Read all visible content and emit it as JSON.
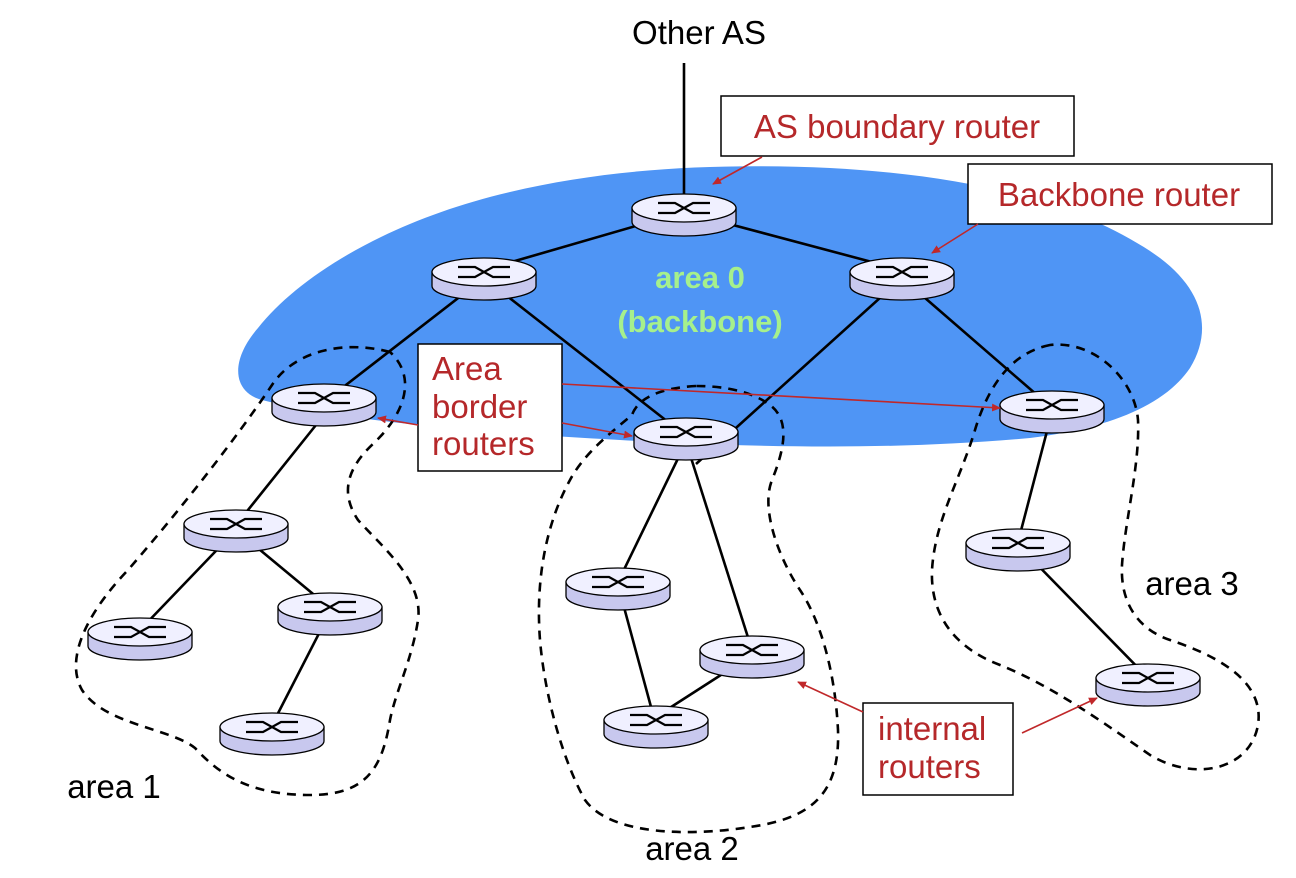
{
  "labels": {
    "other_as": "Other AS",
    "area0_line1": "area 0",
    "area0_line2": "(backbone)",
    "area1": "area 1",
    "area2": "area 2",
    "area3": "area 3"
  },
  "callouts": {
    "as_boundary_router": "AS boundary router",
    "backbone_router": "Backbone router",
    "area_border_routers": [
      "Area",
      "border",
      "routers"
    ],
    "internal_routers": [
      "internal",
      "routers"
    ]
  },
  "colors": {
    "backbone_fill": "#4f95f5",
    "callout_text": "#b5282a",
    "area0_text": "#a6f08c",
    "router_top": "#f0f0ff",
    "router_side": "#c8c8ee"
  },
  "icons": {
    "router": "router-icon"
  }
}
